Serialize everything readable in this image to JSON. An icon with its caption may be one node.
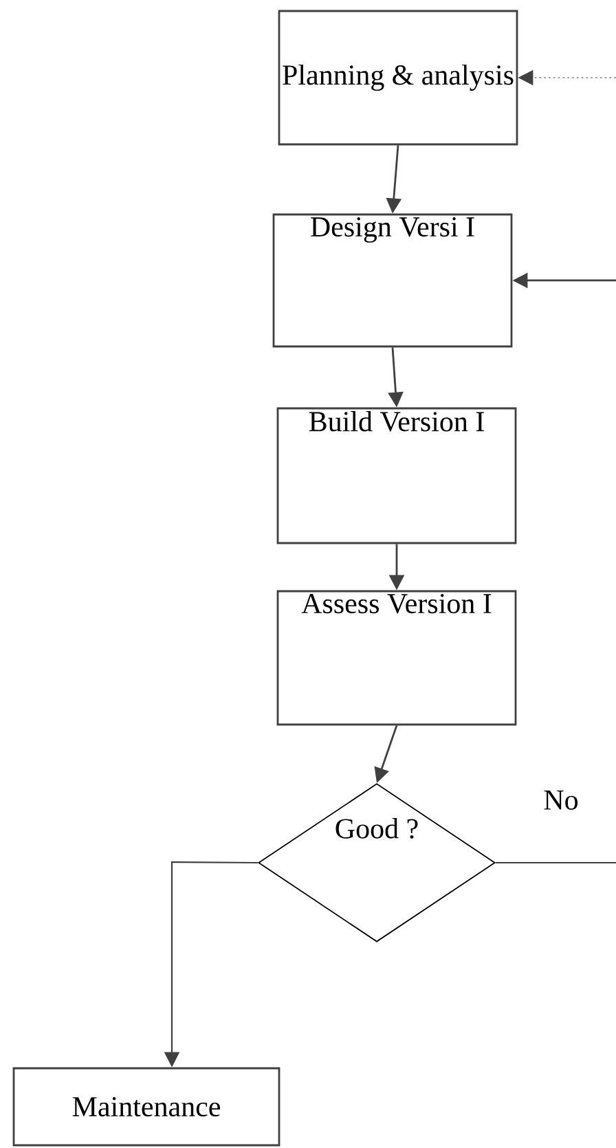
{
  "diagram": {
    "nodes": [
      {
        "text": [
          "Planning & analysis"
        ]
      },
      {
        "text": [
          "Design Versi I"
        ]
      },
      {
        "text": [
          "Build Version I"
        ]
      },
      {
        "text": [
          "Assess Version I"
        ]
      },
      {
        "text": [
          "Good ?"
        ]
      },
      {
        "text": [
          "Maintenance"
        ]
      }
    ],
    "edges": [
      {
        "from": 0,
        "to": 1,
        "arrow": "to"
      },
      {
        "from": 1,
        "to": 2,
        "arrow": "to"
      },
      {
        "from": 2,
        "to": 3,
        "arrow": "to"
      },
      {
        "from": 3,
        "to": 4,
        "arrow": "to"
      },
      {
        "from": 4,
        "to": 5,
        "arrow": "to"
      },
      {
        "from": 4,
        "to": null,
        "arrow": "none",
        "label": "No"
      },
      {
        "from": null,
        "to": 1,
        "arrow": "to"
      },
      {
        "from": null,
        "to": 0,
        "arrow": "to",
        "style": "dashed"
      }
    ]
  }
}
